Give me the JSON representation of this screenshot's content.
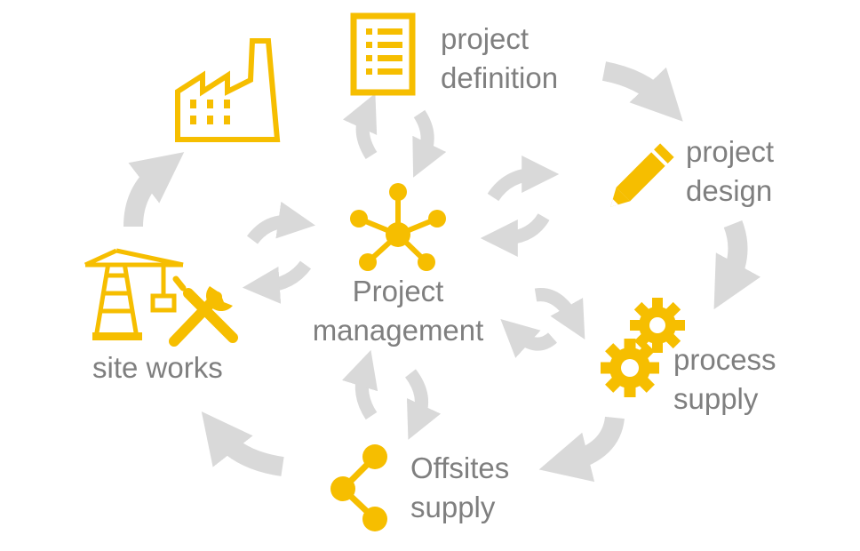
{
  "nodes": {
    "project_definition": {
      "line1": "project",
      "line2": "definition",
      "icon": "checklist-document-icon"
    },
    "project_design": {
      "line1": "project",
      "line2": "design",
      "icon": "pencil-icon"
    },
    "process_supply": {
      "line1": "process",
      "line2": "supply",
      "icon": "gears-icon"
    },
    "offsites_supply": {
      "line1": "Offsites",
      "line2": "supply",
      "icon": "branch-share-icon"
    },
    "site_works": {
      "line1": "site works",
      "icon": "crane-and-tools-icon"
    },
    "factory": {
      "icon": "factory-icon"
    },
    "project_management": {
      "line1": "Project",
      "line2": "management",
      "icon": "hub-network-icon"
    }
  },
  "colors": {
    "accent": "#F6BE00",
    "text": "#7F7F7F",
    "arrow": "#D9D9D9"
  }
}
